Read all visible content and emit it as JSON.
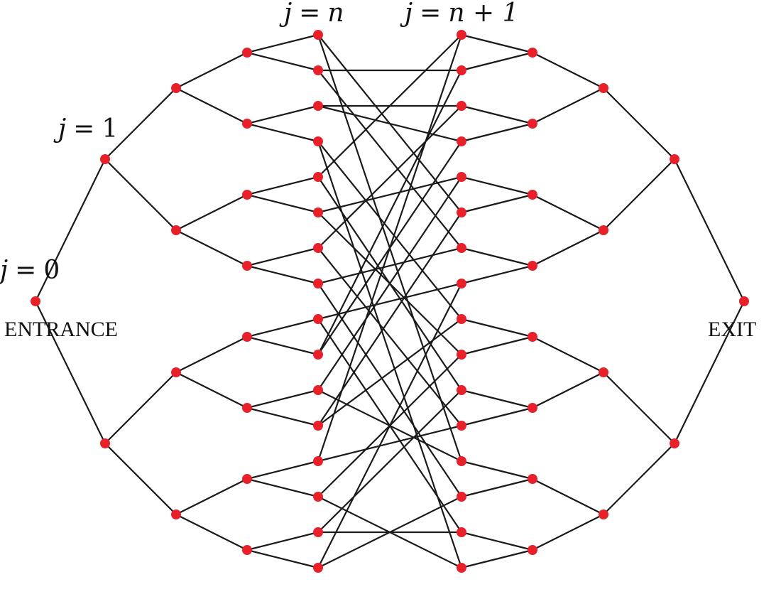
{
  "labels": {
    "j0": {
      "var": "j",
      "op": "=",
      "val": "0"
    },
    "j1": {
      "var": "j",
      "op": "=",
      "val": "1"
    },
    "jn": {
      "var": "j",
      "op": "=",
      "val": "n"
    },
    "jn1": {
      "var": "j",
      "op": "=",
      "val": "n + 1"
    },
    "entrance": "ENTRANCE",
    "exit": "EXIT"
  },
  "colors": {
    "node": "#e8202a",
    "edge": "#1a1a1a",
    "text": "#111111"
  },
  "graph": {
    "left_tree_depth": 4,
    "right_tree_depth": 4,
    "leaves_per_side": 16,
    "middle_edges": [
      [
        0,
        5
      ],
      [
        0,
        12
      ],
      [
        1,
        1
      ],
      [
        1,
        6
      ],
      [
        2,
        2
      ],
      [
        2,
        3
      ],
      [
        3,
        8
      ],
      [
        3,
        15
      ],
      [
        4,
        0
      ],
      [
        4,
        10
      ],
      [
        5,
        4
      ],
      [
        5,
        9
      ],
      [
        6,
        2
      ],
      [
        6,
        11
      ],
      [
        7,
        6
      ],
      [
        7,
        13
      ],
      [
        8,
        7
      ],
      [
        8,
        14
      ],
      [
        9,
        1
      ],
      [
        9,
        3
      ],
      [
        10,
        4
      ],
      [
        10,
        12
      ],
      [
        11,
        5
      ],
      [
        11,
        8
      ],
      [
        12,
        0
      ],
      [
        12,
        11
      ],
      [
        13,
        9
      ],
      [
        13,
        15
      ],
      [
        14,
        10
      ],
      [
        14,
        14
      ],
      [
        15,
        7
      ],
      [
        15,
        13
      ]
    ]
  }
}
